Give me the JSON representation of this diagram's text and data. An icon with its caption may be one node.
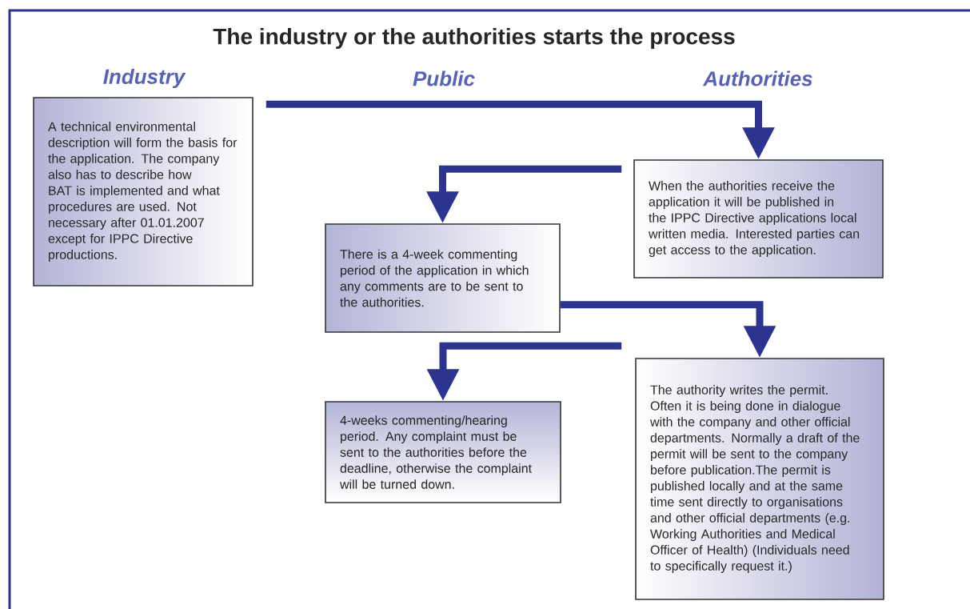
{
  "diagram": {
    "title": "The industry or the authorities starts the process",
    "nodes": [
      {
        "text": [
          "A technical environmental description will form the basis for the application. The company also has to describe how BAT is implemented and what procedures are used. Not necessary after 01.01.2007 except for IPPC Directive productions."
        ]
      },
      {
        "text": [
          "When the authorities receive the application it will be published in the IPPC Directive applications local written media. Interested parties can get access to the application."
        ]
      },
      {
        "text": [
          "There is a 4-week commenting period of the application in which any comments are to be sent to the authorities."
        ]
      },
      {
        "text": [
          "The authority writes the permit. Often it is being done in dialogue with the company and other official departments. Normally a draft of the permit will be sent to the company before publication.The permit is published locally and at the same time sent directly to organisations and other official departments (e.g. Working Authorities and Medical Officer of Health) (Individuals need to specifically request it.)"
        ]
      },
      {
        "text": [
          "4-weeks commenting/hearing period. Any complaint must be sent to the authorities before the deadline, otherwise the complaint will be turned down."
        ]
      }
    ],
    "edges": [
      {
        "from": 0,
        "to": 1,
        "arrow": "to"
      },
      {
        "from": 1,
        "to": 2,
        "arrow": "to"
      },
      {
        "from": 2,
        "to": 3,
        "arrow": "to"
      },
      {
        "from": 3,
        "to": 4,
        "arrow": "to"
      }
    ],
    "labels": [
      "Industry",
      "Public",
      "Authorities"
    ]
  }
}
